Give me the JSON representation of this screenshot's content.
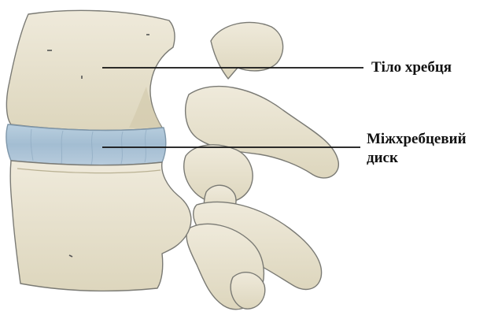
{
  "labels": {
    "vertebral_body": "Тіло хребця",
    "disc_line1": "Міжхребцевий",
    "disc_line2": "диск"
  },
  "colors": {
    "bone_fill": "#e9e3cc",
    "bone_shadow": "#cfc7a8",
    "bone_outline": "#7a7a74",
    "disc_fill": "#a9c2d6",
    "disc_shadow": "#8fabc2",
    "leader_line": "#111111",
    "text": "#111111",
    "background": "#ffffff"
  }
}
